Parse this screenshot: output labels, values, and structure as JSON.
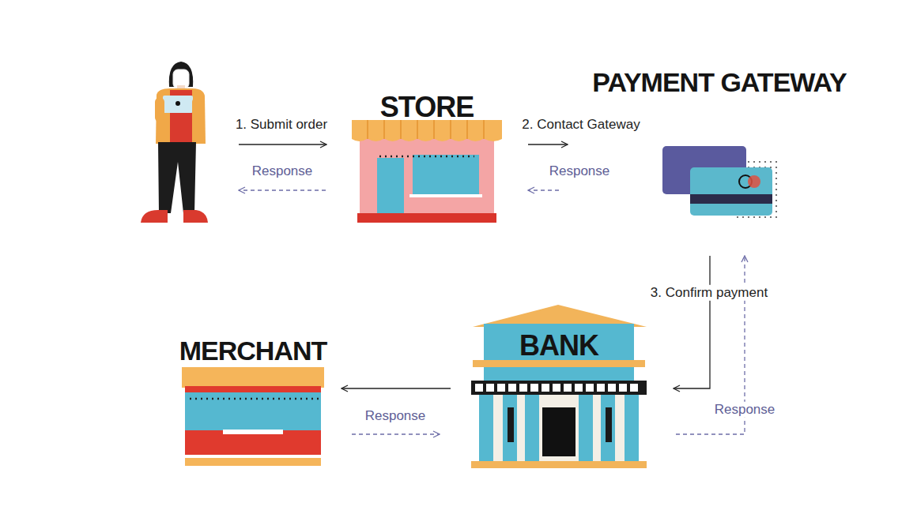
{
  "diagram": {
    "nodes": [
      {
        "text": [
          "STORE"
        ]
      },
      {
        "text": [
          "PAYMENT GATEWAY"
        ]
      },
      {
        "text": [
          "MERCHANT"
        ]
      },
      {
        "text": [
          "BANK"
        ]
      }
    ],
    "edges": [
      {
        "from": 0,
        "to": 1,
        "label": "2. Contact Gateway",
        "arrow": "to"
      },
      {
        "from": 1,
        "to": 0,
        "label": "Response",
        "arrow": "to"
      },
      {
        "from": 1,
        "to": 3,
        "label": "3. Confirm payment",
        "arrow": "to"
      },
      {
        "from": 3,
        "to": 1,
        "label": "Response",
        "arrow": "to"
      },
      {
        "from": 3,
        "to": 2,
        "arrow": "to"
      },
      {
        "from": 2,
        "to": 3,
        "label": "Response",
        "arrow": "to"
      }
    ],
    "labels": [
      "1. Submit order",
      "Response"
    ]
  }
}
